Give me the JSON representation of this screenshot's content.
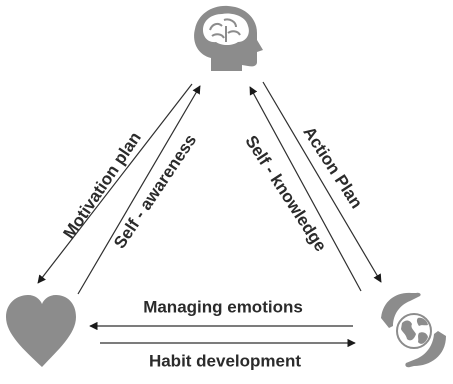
{
  "diagram": {
    "node_icons": {
      "top": "head-brain-icon",
      "left": "heart-icon",
      "right": "globe-in-hands-icon"
    },
    "labels": {
      "motivation_plan": "Motivation plan",
      "self_awareness": "Self - awareness",
      "self_knowledge": "Self - knowledge",
      "action_plan": "Action Plan",
      "managing_emotions": "Managing emotions",
      "habit_development": "Habit development"
    },
    "colors": {
      "icon_fill": "#8c8c8c",
      "arrow": "#2f2f2f",
      "text": "#2b2b2b"
    }
  }
}
